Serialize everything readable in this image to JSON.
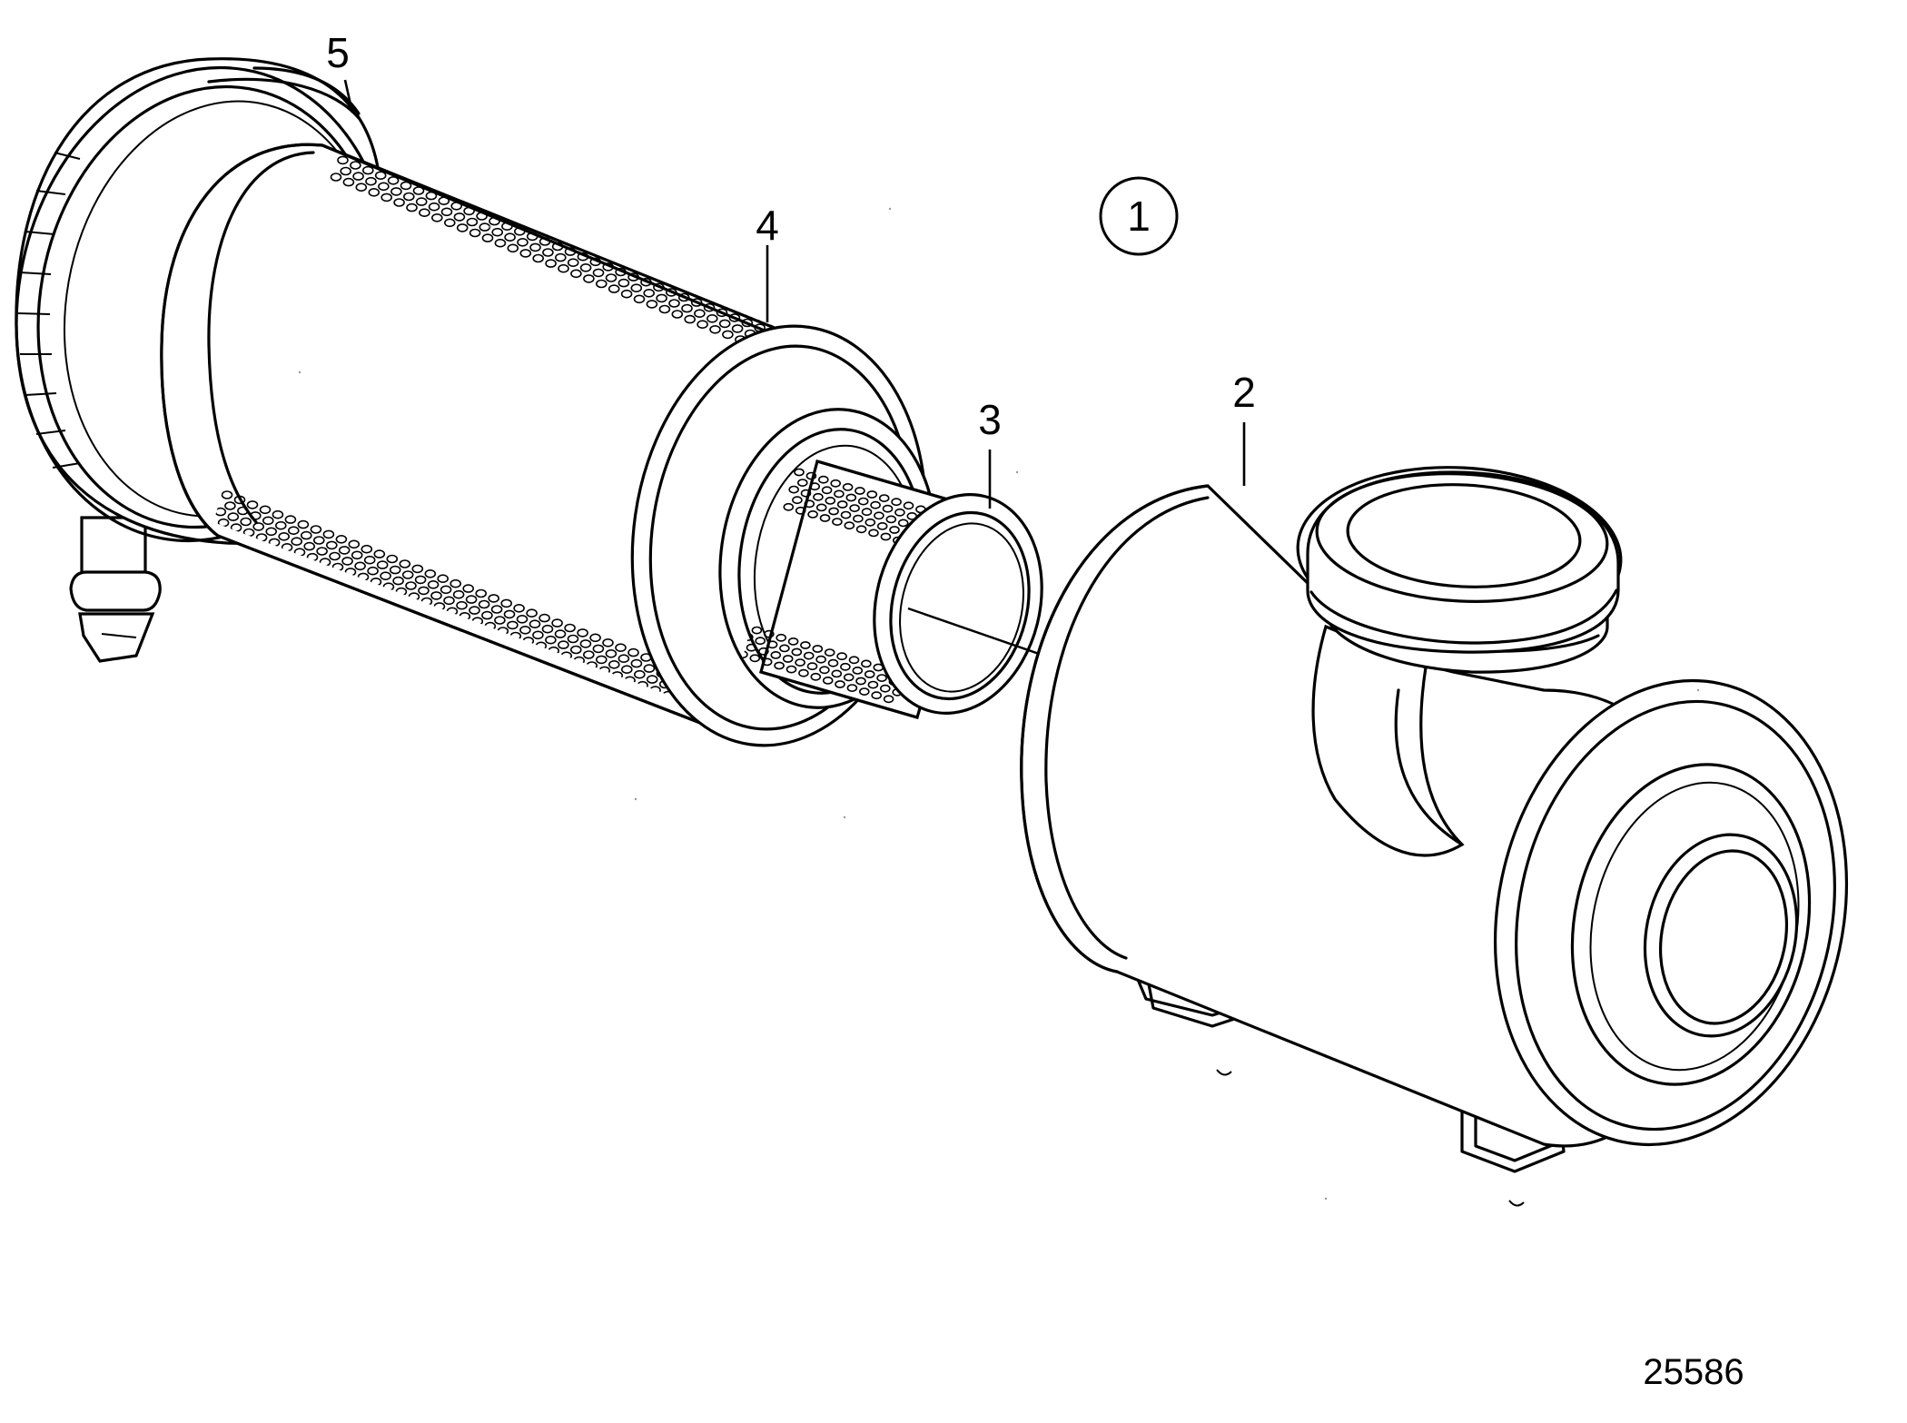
{
  "callouts": [
    {
      "id": "1",
      "label": "1"
    },
    {
      "id": "2",
      "label": "2"
    },
    {
      "id": "3",
      "label": "3"
    },
    {
      "id": "4",
      "label": "4"
    },
    {
      "id": "5",
      "label": "5"
    }
  ],
  "drawing_number": "25586"
}
